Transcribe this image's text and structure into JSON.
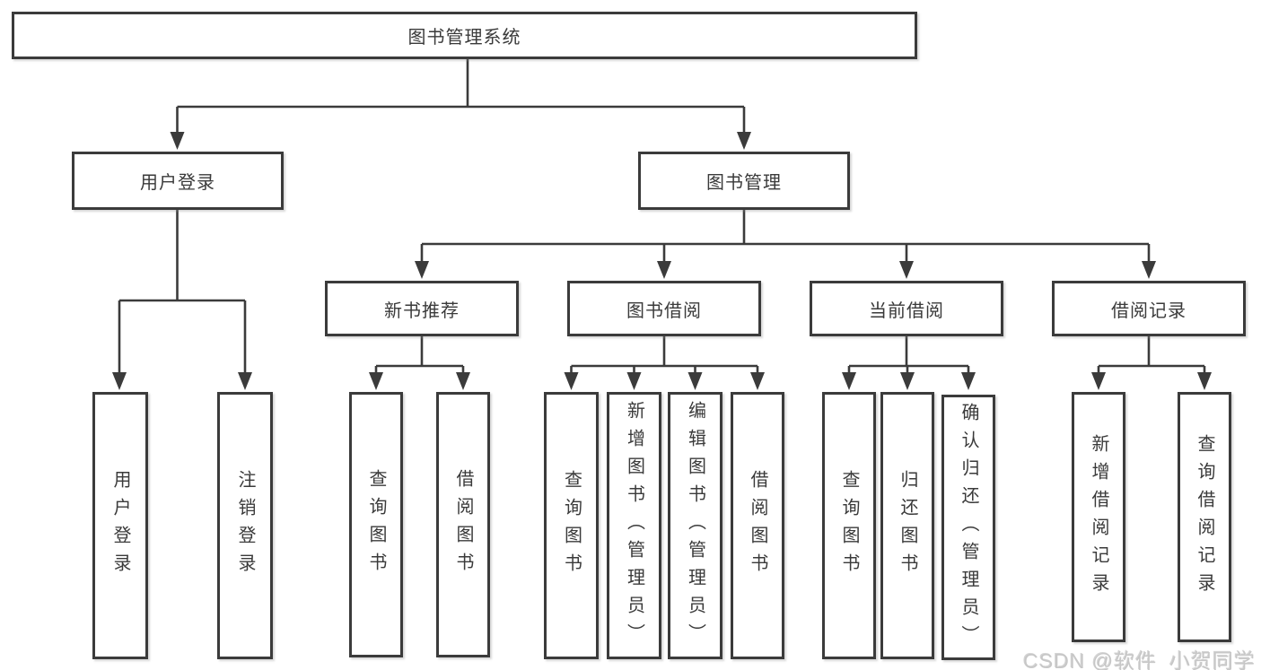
{
  "diagram": {
    "root": "图书管理系统",
    "level2": {
      "user_login": "用户登录",
      "book_mgmt": "图书管理"
    },
    "level3": {
      "new_books": "新书推荐",
      "book_borrow": "图书借阅",
      "current_borrow": "当前借阅",
      "borrow_records": "借阅记录"
    },
    "leaves": {
      "user_login": "用户登录",
      "logout": "注销登录",
      "nb_query_books": "查询图书",
      "nb_borrow_books": "借阅图书",
      "bb_query_books": "查询图书",
      "bb_add_books": "新增图书（管理员）",
      "bb_edit_books": "编辑图书（管理员）",
      "bb_borrow_books": "借阅图书",
      "cb_query_books": "查询图书",
      "cb_return_books": "归还图书",
      "cb_confirm_return": "确认归还（管理员）",
      "br_add_record": "新增借阅记录",
      "br_query_record": "查询借阅记录"
    }
  },
  "watermark": "CSDN @软件_小贺同学",
  "colors": {
    "line": "#3b3b3b",
    "text": "#3a3a3a",
    "background": "#ffffff",
    "watermark": "#c7c7c7"
  }
}
